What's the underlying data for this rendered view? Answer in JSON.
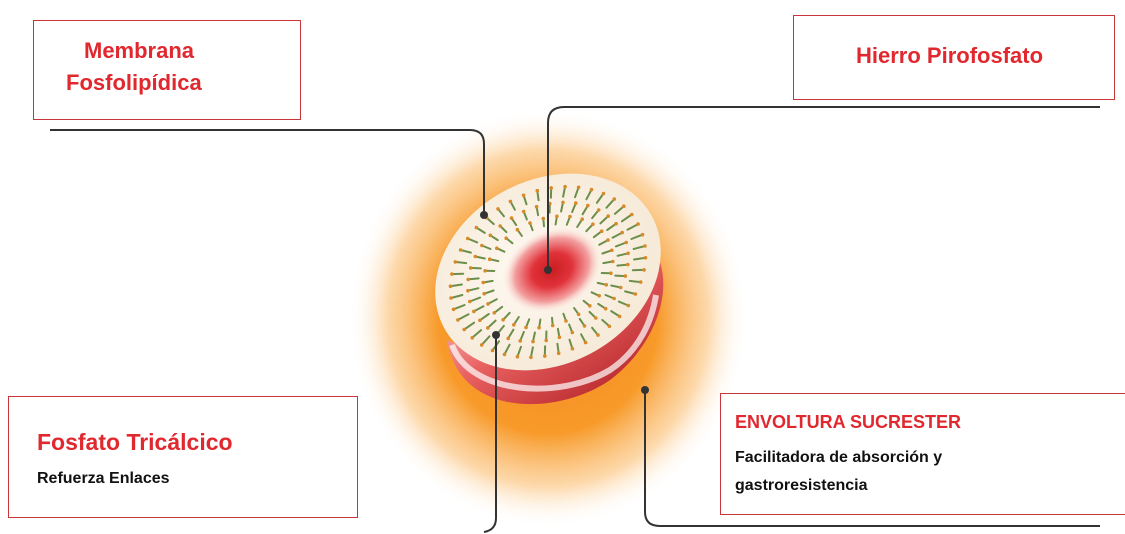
{
  "labels": {
    "membrana": {
      "line1": "Membrana",
      "line2": "Fosfolipídica"
    },
    "hierro": {
      "title": "Hierro Pirofosfato"
    },
    "fosfato": {
      "title": "Fosfato Tricálcico",
      "subtitle": "Refuerza Enlaces"
    },
    "envoltura": {
      "title": "ENVOLTURA SUCRESTER",
      "subtitle": "Facilitadora de absorción y gastroresistencia"
    }
  },
  "colors": {
    "accent_red": "#e0282e",
    "box_border": "#c8353a",
    "leader_line": "#333333",
    "glow_orange": "#f7941d",
    "core_red": "#d9252a"
  },
  "icons": {
    "particle": "liposome-cross-section-icon"
  }
}
